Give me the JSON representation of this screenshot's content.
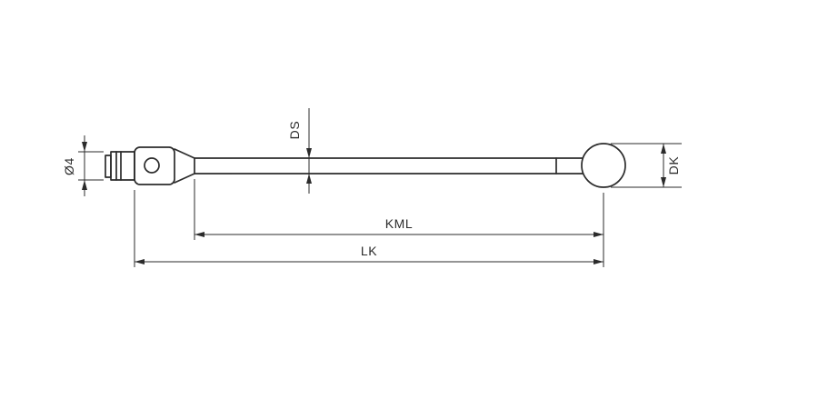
{
  "canvas": {
    "background": "#ffffff",
    "line_color": "#2b2b2b"
  },
  "labels": {
    "thread_diameter": "Ø4",
    "shaft_diameter": "DS",
    "ball_diameter": "DK",
    "measuring_length": "KML",
    "total_length": "LK"
  }
}
